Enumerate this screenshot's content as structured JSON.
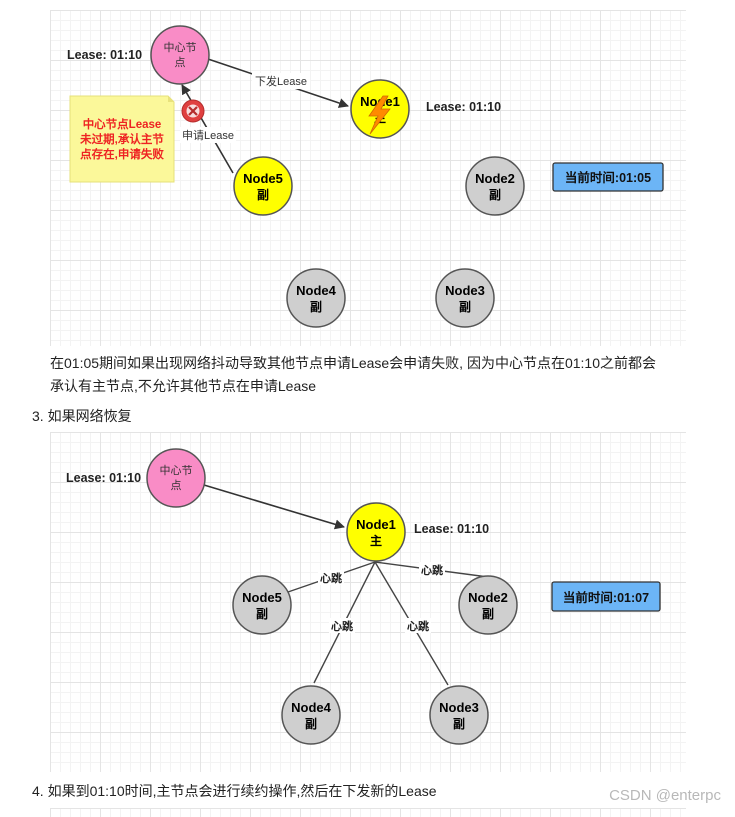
{
  "diagram1": {
    "center_node": {
      "line1": "中心节",
      "line2": "点"
    },
    "center_lease": "Lease: 01:10",
    "primary_node": {
      "title": "Node1",
      "sub": "主"
    },
    "primary_lease": "Lease: 01:10",
    "issue_edge_label": "下发Lease",
    "apply_edge_label": "申请Lease",
    "note": {
      "line1": "中心节点Lease",
      "line2": "未过期,承认主节",
      "line3": "点存在,申请失败"
    },
    "nodes": [
      {
        "title": "Node5",
        "sub": "副"
      },
      {
        "title": "Node2",
        "sub": "副"
      },
      {
        "title": "Node4",
        "sub": "副"
      },
      {
        "title": "Node3",
        "sub": "副"
      }
    ],
    "current_time": "当前时间:01:05",
    "colors": {
      "center": "#f98cc6",
      "primary": "#ffff00",
      "secondary": "#cfcfcf",
      "note": "#fbf89a",
      "note_text": "#ee2222",
      "time_box": "#6cb5f6",
      "deny": "#e04040"
    }
  },
  "text": {
    "para1_line1": "在01:05期间如果出现网络抖动导致其他节点申请Lease会申请失败, 因为中心节点在01:10之前都会",
    "para1_line2": "承认有主节点,不允许其他节点在申请Lease",
    "step3": "3. 如果网络恢复",
    "step4": "4. 如果到01:10时间,主节点会进行续约操作,然后在下发新的Lease",
    "watermark": "CSDN @enterpc"
  },
  "diagram2": {
    "center_node": {
      "line1": "中心节",
      "line2": "点"
    },
    "center_lease": "Lease: 01:10",
    "primary_node": {
      "title": "Node1",
      "sub": "主"
    },
    "primary_lease": "Lease: 01:10",
    "heartbeat_label": "心跳",
    "nodes": [
      {
        "title": "Node5",
        "sub": "副"
      },
      {
        "title": "Node2",
        "sub": "副"
      },
      {
        "title": "Node4",
        "sub": "副"
      },
      {
        "title": "Node3",
        "sub": "副"
      }
    ],
    "current_time": "当前时间:01:07"
  }
}
